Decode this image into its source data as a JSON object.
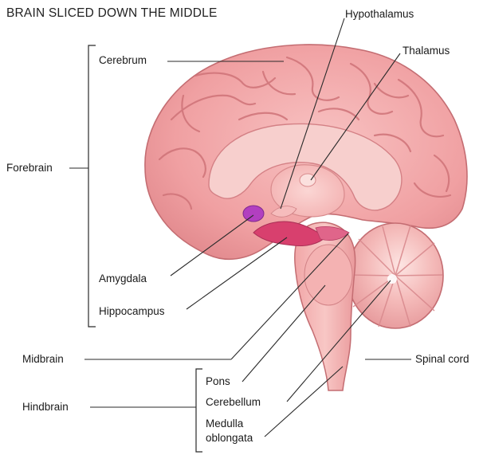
{
  "title": "BRAIN SLICED DOWN THE MIDDLE",
  "labels": {
    "cerebrum": "Cerebrum",
    "hypothalamus": "Hypothalamus",
    "thalamus": "Thalamus",
    "forebrain": "Forebrain",
    "amygdala": "Amygdala",
    "hippocampus": "Hippocampus",
    "midbrain": "Midbrain",
    "spinal_cord": "Spinal cord",
    "pons": "Pons",
    "cerebellum": "Cerebellum",
    "hindbrain": "Hindbrain",
    "medulla_line1": "Medulla",
    "medulla_line2": "oblongata"
  },
  "colors": {
    "brain_fill": "#f2a3a3",
    "brain_dark": "#d97a7e",
    "brain_light": "#f7c4c2",
    "amygdala": "#b23fc0",
    "hippocampus": "#d8406e",
    "line": "#2a2a2a"
  }
}
